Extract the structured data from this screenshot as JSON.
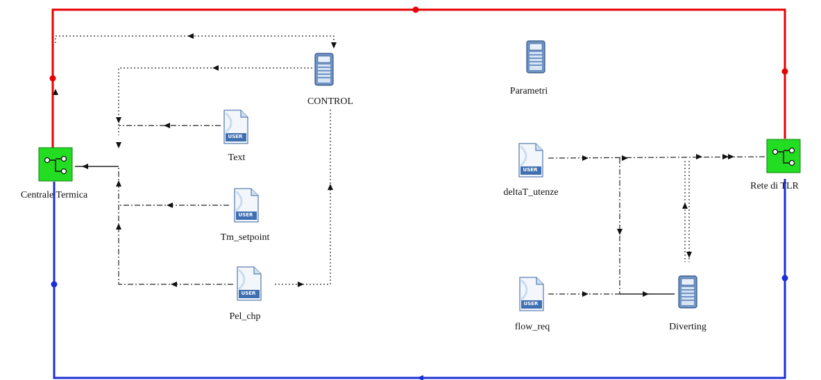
{
  "colors": {
    "supply_line": "#e60000",
    "return_line": "#1a2fd6",
    "control_line": "#222222",
    "block_fill": "#22dd22"
  },
  "components": {
    "centrale_termica": {
      "label": "Centrale Termica",
      "icon": "network-block-icon"
    },
    "rete_tlr": {
      "label": "Rete di TLR",
      "icon": "network-block-icon"
    },
    "control": {
      "label": "CONTROL",
      "icon": "calculator-icon"
    },
    "parametri": {
      "label": "Parametri",
      "icon": "calculator-icon"
    },
    "diverting": {
      "label": "Diverting",
      "icon": "calculator-icon"
    },
    "text": {
      "label": "Text",
      "icon": "user-file-icon"
    },
    "tm_setpoint": {
      "label": "Tm_setpoint",
      "icon": "user-file-icon"
    },
    "pel_chp": {
      "label": "Pel_chp",
      "icon": "user-file-icon"
    },
    "deltat_utenze": {
      "label": "deltaT_utenze",
      "icon": "user-file-icon"
    },
    "flow_req": {
      "label": "flow_req",
      "icon": "user-file-icon"
    }
  },
  "icon_text": {
    "user_file": "USER"
  }
}
